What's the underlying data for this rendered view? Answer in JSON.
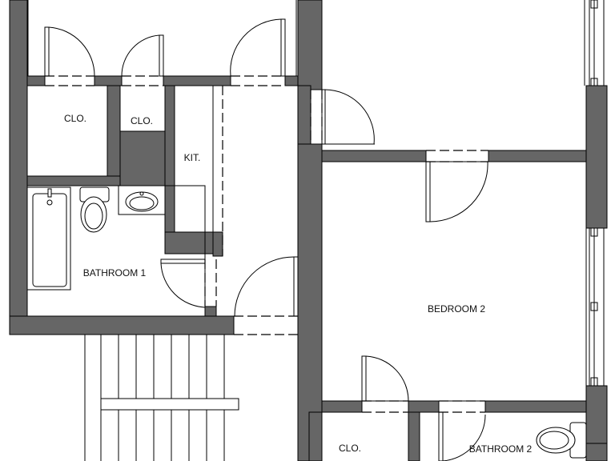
{
  "labels": {
    "closet_1": "CLO.",
    "closet_2": "CLO.",
    "kitchen": "KIT.",
    "bathroom_1": "BATHROOM 1",
    "bedroom_2": "BEDROOM 2",
    "closet_3": "CLO.",
    "bathroom_2": "BATHROOM 2"
  },
  "colors": {
    "wall": "#666666",
    "line": "#000000",
    "background": "#ffffff"
  }
}
